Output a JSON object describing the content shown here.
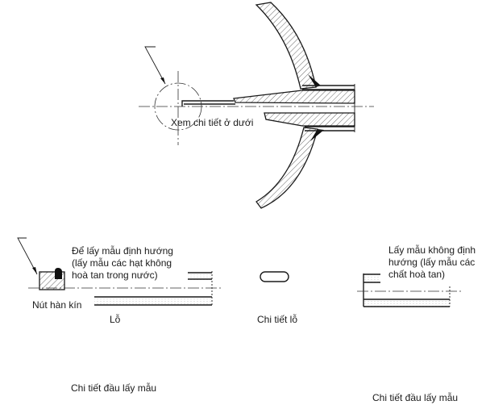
{
  "top": {
    "detail_ref": "Xem chi tiết ở dưới"
  },
  "bottom_left": {
    "purpose_line1": "Để lấy mẫu định hướng",
    "purpose_line2": "(lấy mẫu các hạt không",
    "purpose_line3": "hoà tan trong nước)",
    "seal_label": "Nút hàn kín",
    "hole_label": "Lỗ",
    "caption": "Chi tiết đầu lấy mẫu"
  },
  "bottom_middle": {
    "caption": "Chi tiết lỗ"
  },
  "bottom_right": {
    "purpose_line1": "Lấy mẫu không định",
    "purpose_line2": "hướng (lấy mẫu các",
    "purpose_line3": "chất hoà tan)",
    "caption": "Chi tiết đầu lấy mẫu"
  }
}
